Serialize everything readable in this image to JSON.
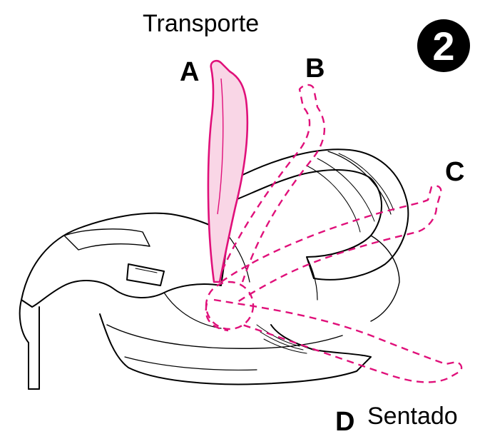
{
  "title_top": "Transporte",
  "title_bottom": "Sentado",
  "step_number": "2",
  "positions": {
    "a": "A",
    "b": "B",
    "c": "C",
    "d": "D"
  },
  "colors": {
    "accent": "#e0107a",
    "handle_fill": "#f9d6e6",
    "line": "#000000"
  }
}
